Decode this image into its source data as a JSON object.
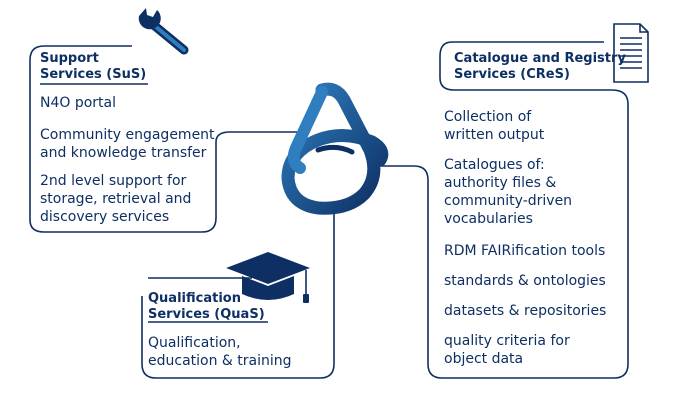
{
  "colors": {
    "line": "#0e2f63",
    "logo_light": "#2f7fc0",
    "logo_dark": "#0e2f63",
    "background": "#ffffff"
  },
  "icons": {
    "support": "wrench-icon",
    "catalogue": "document-icon",
    "qualification": "graduation-cap-icon",
    "center": "knot-logo-icon"
  },
  "support": {
    "title_line1": "Support",
    "title_line2": "Services (SuS)",
    "items": [
      {
        "lines": [
          "N4O portal"
        ]
      },
      {
        "lines": [
          "Community engagement",
          "and knowledge transfer"
        ]
      },
      {
        "lines": [
          "2nd level support for",
          "storage, retrieval and",
          "discovery services"
        ]
      }
    ]
  },
  "catalogue": {
    "title_line1": "Catalogue and Registry",
    "title_line2": "Services (CReS)",
    "items": [
      {
        "lines": [
          "Collection of",
          "written output"
        ]
      },
      {
        "lines": [
          "Catalogues of:",
          "authority files &",
          "community-driven",
          "vocabularies"
        ]
      },
      {
        "lines": [
          "RDM FAIRification tools"
        ]
      },
      {
        "lines": [
          "standards & ontologies"
        ]
      },
      {
        "lines": [
          "datasets & repositories"
        ]
      },
      {
        "lines": [
          "quality criteria for",
          "object data"
        ]
      }
    ]
  },
  "qualification": {
    "title_line1": "Qualification",
    "title_line2": "Services (QuaS)",
    "items": [
      {
        "lines": [
          "Qualification,",
          "education & training"
        ]
      }
    ]
  }
}
